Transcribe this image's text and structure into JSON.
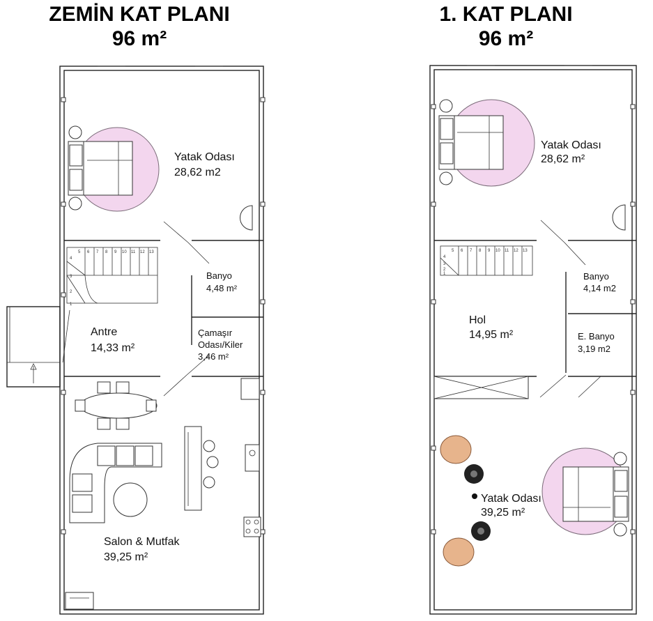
{
  "plans": {
    "ground": {
      "title": "ZEMİN KAT PLANI",
      "area": "96 m²",
      "rooms": [
        {
          "name": "Yatak Odası",
          "area": "28,62 m2"
        },
        {
          "name": "Banyo",
          "area": "4,48 m²"
        },
        {
          "name": "Antre",
          "area": "14,33 m²"
        },
        {
          "name": "Çamaşır",
          "name2": "Odası/Kiler",
          "area": "3,46 m²"
        },
        {
          "name": "Salon & Mutfak",
          "area": "39,25 m²"
        }
      ],
      "stair_numbers": [
        "5",
        "6",
        "7",
        "8",
        "9",
        "10",
        "11",
        "12",
        "13",
        "4",
        "3",
        "2",
        "1"
      ]
    },
    "first": {
      "title": "1. KAT PLANI",
      "area": "96 m²",
      "rooms": [
        {
          "name": "Yatak Odası",
          "area": "28,62 m²"
        },
        {
          "name": "Banyo",
          "area": "4,14 m2"
        },
        {
          "name": "Hol",
          "area": "14,95 m²"
        },
        {
          "name": "E. Banyo",
          "area": "3,19 m2"
        },
        {
          "name": "Yatak Odası",
          "area": "39,25 m²"
        }
      ],
      "stair_numbers": [
        "5",
        "6",
        "7",
        "8",
        "9",
        "10",
        "11",
        "12",
        "13",
        "4",
        "3",
        "2",
        "1"
      ]
    }
  },
  "colors": {
    "wall": "#222222",
    "rug": "#f3d6ee",
    "chair": "#e7b48c"
  }
}
